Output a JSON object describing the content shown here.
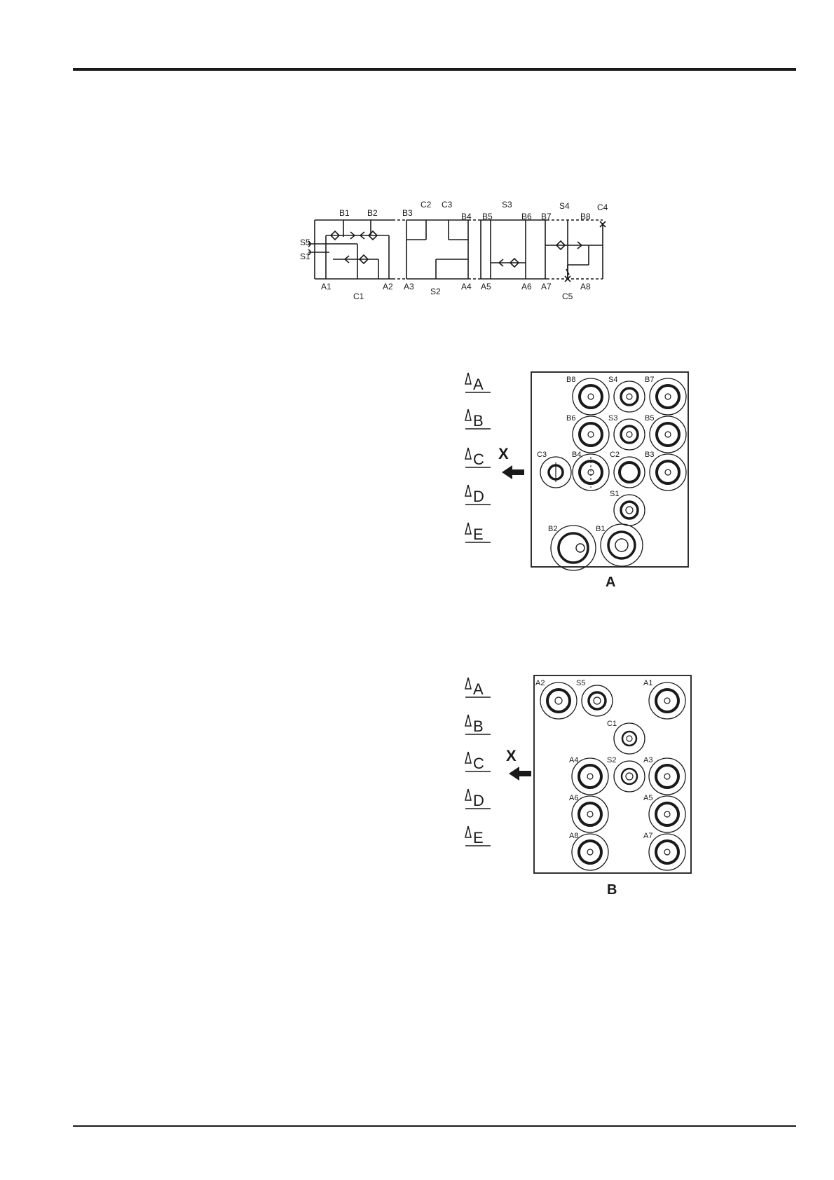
{
  "schematic": {
    "top_labels": [
      "B1",
      "B2",
      "B3",
      "C2",
      "C3",
      "B4",
      "B5",
      "S3",
      "B6",
      "B7",
      "S4",
      "B8",
      "C4"
    ],
    "left_labels": [
      "S5",
      "S1"
    ],
    "bottom_labels": [
      "A1",
      "C1",
      "A2",
      "A3",
      "S2",
      "A4",
      "A5",
      "A6",
      "A7",
      "C5",
      "A8"
    ]
  },
  "view_a": {
    "caption": "A",
    "arrow_label": "X",
    "section_marks": [
      "A",
      "B",
      "C",
      "D",
      "E"
    ],
    "ports": [
      "B8",
      "S4",
      "B7",
      "B6",
      "S3",
      "B5",
      "C3",
      "B4",
      "C2",
      "B3",
      "S1",
      "B2",
      "B1"
    ]
  },
  "view_b": {
    "caption": "B",
    "arrow_label": "X",
    "section_marks": [
      "A",
      "B",
      "C",
      "D",
      "E"
    ],
    "ports": [
      "A2",
      "S5",
      "A1",
      "C1",
      "A4",
      "S2",
      "A3",
      "A6",
      "A5",
      "A8",
      "A7"
    ]
  },
  "colors": {
    "ink": "#1a1a1a",
    "paper": "#ffffff"
  }
}
